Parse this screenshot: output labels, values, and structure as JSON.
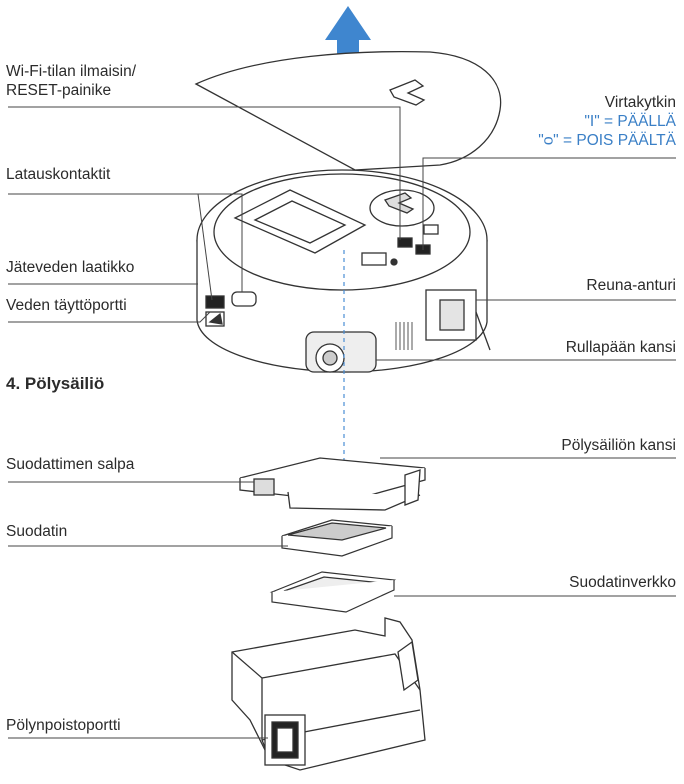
{
  "labels": {
    "wifi_line1": "Wi-Fi-tilan ilmaisin/",
    "wifi_line2": "RESET-painike",
    "power_switch": "Virtakytkin",
    "power_on": "\"I\" = PÄÄLLÄ",
    "power_off": "\"ᴑ\" = POIS PÄÄLTÄ",
    "charging_contacts": "Latauskontaktit",
    "waste_water_tank": "Jäteveden laatikko",
    "water_fill_port": "Veden täyttöportti",
    "edge_sensor": "Reuna-anturi",
    "roller_cover": "Rullapään kansi",
    "section_title": "4. Pölysäiliö",
    "filter_latch": "Suodattimen salpa",
    "dust_bin_lid": "Pölysäiliön kansi",
    "filter": "Suodatin",
    "filter_mesh": "Suodatinverkko",
    "dust_outlet_port": "Pölynpoistoportti"
  },
  "colors": {
    "text": "#2b2b2b",
    "accent_blue": "#3a7fc6",
    "arrow_blue": "#3f86cf",
    "line": "#444444"
  },
  "icons": {
    "lift_arrow": "up-arrow-icon"
  }
}
